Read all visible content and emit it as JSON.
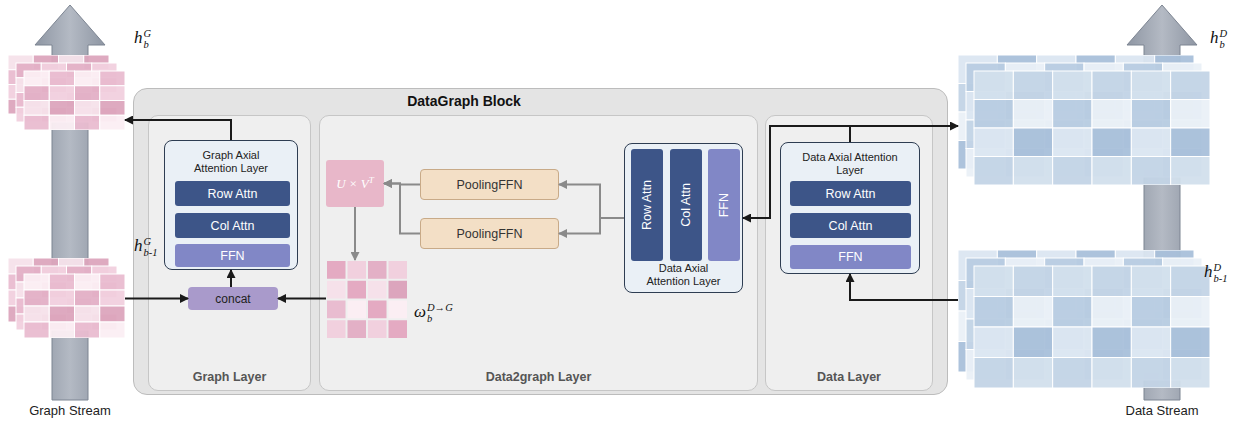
{
  "diagram": {
    "nodes": [
      {
        "text": [
          "DataGraph Block"
        ]
      },
      {
        "text": [
          "Graph Layer"
        ],
        "in": 0
      },
      {
        "text": [
          "Graph Axial Attention Layer"
        ],
        "in": 1
      },
      {
        "text": [
          "Row Attn"
        ],
        "in": 2
      },
      {
        "text": [
          "Col Attn"
        ],
        "in": 2
      },
      {
        "text": [
          "FFN"
        ],
        "in": 2
      },
      {
        "text": [
          "concat"
        ],
        "in": 1
      },
      {
        "text": [
          "Data2graph Layer"
        ],
        "in": 0
      },
      {
        "text": [
          "U × V^T"
        ],
        "in": 7
      },
      {
        "text": [
          "PoolingFFN"
        ],
        "in": 7
      },
      {
        "text": [
          "PoolingFFN"
        ],
        "in": 7
      },
      {
        "text": [
          "Data Axial Attention Layer"
        ],
        "in": 7
      },
      {
        "text": [
          "Row Attn"
        ],
        "in": 11
      },
      {
        "text": [
          "Col Attn"
        ],
        "in": 11
      },
      {
        "text": [
          "FFN"
        ],
        "in": 11
      },
      {
        "text": [
          "ω_b^{D→G}"
        ],
        "in": 7
      },
      {
        "text": [
          "Data Layer"
        ],
        "in": 0
      },
      {
        "text": [
          "Data Axial Attention Layer"
        ],
        "in": 16
      },
      {
        "text": [
          "Row Attn"
        ],
        "in": 17
      },
      {
        "text": [
          "Col Attn"
        ],
        "in": 17
      },
      {
        "text": [
          "FFN"
        ],
        "in": 17
      },
      {
        "text": [
          "h_b^G"
        ]
      },
      {
        "text": [
          "h_{b-1}^G"
        ]
      },
      {
        "text": [
          "h_b^D"
        ]
      },
      {
        "text": [
          "h_{b-1}^D"
        ]
      }
    ],
    "edges": [
      {
        "from": 22,
        "to": 6,
        "arrow": "to"
      },
      {
        "from": 15,
        "to": 6,
        "arrow": "to"
      },
      {
        "from": 8,
        "to": 15,
        "arrow": "to"
      },
      {
        "from": 9,
        "to": 8,
        "arrow": "to"
      },
      {
        "from": 10,
        "to": 8,
        "arrow": "to"
      },
      {
        "from": 11,
        "to": 9,
        "arrow": "to"
      },
      {
        "from": 11,
        "to": 10,
        "arrow": "to"
      },
      {
        "from": 24,
        "to": 17,
        "arrow": "to"
      },
      {
        "from": 17,
        "to": 23,
        "arrow": "to"
      },
      {
        "from": 17,
        "to": 11,
        "arrow": "to"
      },
      {
        "from": 6,
        "to": 2,
        "arrow": "to"
      },
      {
        "from": 2,
        "to": 21,
        "arrow": "to"
      }
    ],
    "labels": [
      "Graph Stream",
      "Data Stream"
    ]
  }
}
